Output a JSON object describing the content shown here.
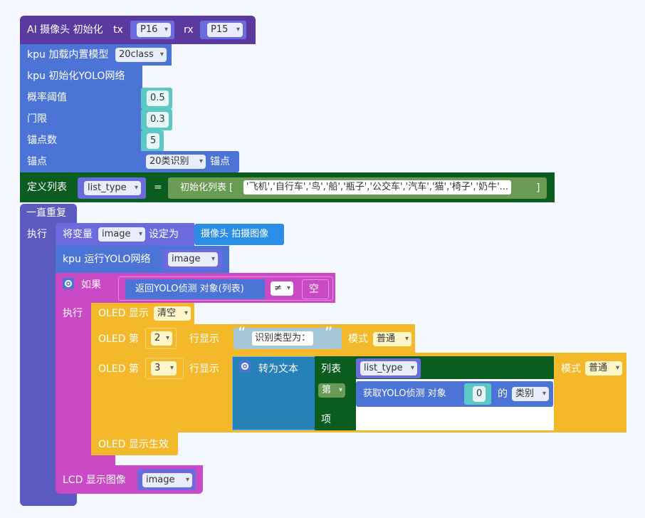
{
  "colors": {
    "ai": "#5b3aa0",
    "kpu": "#4c74d6",
    "list": "#0a5c1f",
    "loop": "#5b5abf",
    "var": "#6b6bde",
    "logic": "#c94ac4",
    "oled": "#f4b92a",
    "text": "#2581b8",
    "value": "#5ec8c6"
  },
  "ai_cam": {
    "label": "AI 摄像头 初始化",
    "tx_label": "tx",
    "tx_value": "P16",
    "rx_label": "rx",
    "rx_value": "P15"
  },
  "kpu_load": {
    "label": "kpu 加载内置模型",
    "model": "20class"
  },
  "kpu_init": {
    "label": "kpu 初始化YOLO网络",
    "threshold_label": "概率阈值",
    "threshold_value": "0.5",
    "limit_label": "门限",
    "limit_value": "0.3",
    "anchor_num_label": "锚点数",
    "anchor_num_value": "5",
    "anchor_label": "锚点",
    "anchor_option": "20类识别",
    "anchor_suffix": "锚点"
  },
  "list_def": {
    "label": "定义列表",
    "var": "list_type",
    "eq": "=",
    "init_label": "初始化列表 [",
    "items_text": "'飞机','自行车','鸟','船','瓶子','公交车','汽车','猫','椅子','奶牛'...",
    "close": "]"
  },
  "loop": {
    "label": "一直重复",
    "do_label": "执行"
  },
  "set_var": {
    "label": "将变量",
    "var": "image",
    "set_to": "设定为",
    "camera": "摄像头 拍摄图像"
  },
  "kpu_run": {
    "label": "kpu 运行YOLO网络",
    "var": "image"
  },
  "if_block": {
    "label": "如果",
    "condition": "返回YOLO侦测 对象(列表)",
    "op": "≠",
    "empty": "空",
    "do_label": "执行"
  },
  "oled_clear": {
    "label": "OLED 显示",
    "option": "清空"
  },
  "oled_line2": {
    "label": "OLED 第",
    "line": "2",
    "show": "行显示",
    "open_quote": "“",
    "text": "识别类型为：",
    "close_quote": "”",
    "mode_label": "模式",
    "mode": "普通"
  },
  "oled_line3": {
    "label": "OLED 第",
    "line": "3",
    "show": "行显示",
    "to_text": "转为文本",
    "list_label": "列表",
    "list_var": "list_type",
    "index_opt": "第",
    "get_label": "获取YOLO侦测 对象",
    "index_value": "0",
    "of_label": "的",
    "attr": "类别",
    "item_label": "项",
    "mode_label": "模式",
    "mode": "普通"
  },
  "oled_show": {
    "label": "OLED 显示生效"
  },
  "lcd": {
    "label": "LCD 显示图像",
    "var": "image"
  }
}
